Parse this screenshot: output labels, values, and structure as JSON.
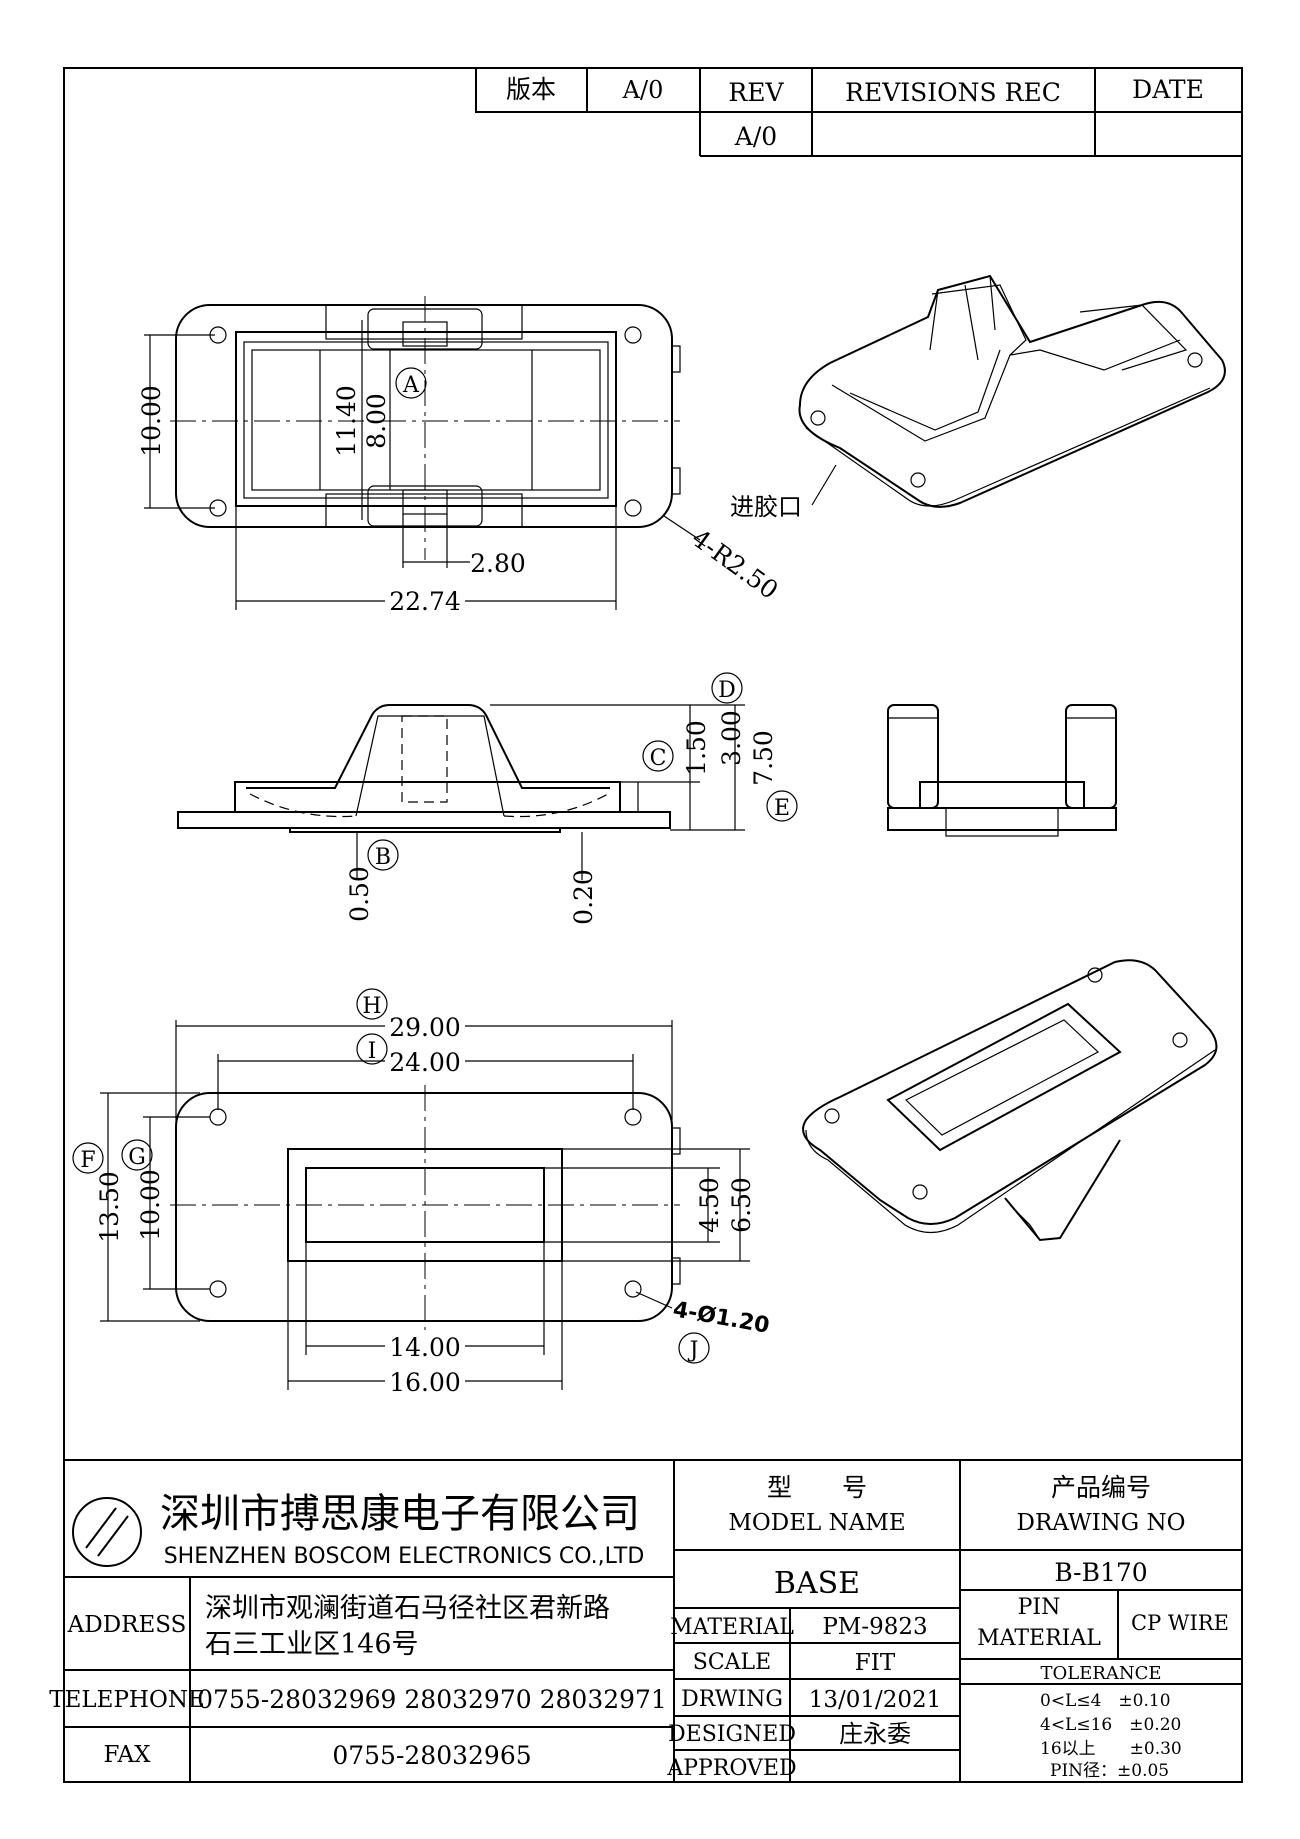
{
  "revision_block": {
    "version_label": "版本",
    "version_value": "A/0",
    "rev_header": "REV",
    "revisions_header": "REVISIONS REC",
    "date_header": "DATE",
    "rev_value": "A/0"
  },
  "top_view": {
    "dims": {
      "height_outer": "10.00",
      "height_inner": "11.40",
      "height_slot": "8.00",
      "slot_width": "2.80",
      "length": "22.74",
      "radius": "4-R2.50"
    },
    "label_a": "A"
  },
  "iso_top": {
    "gate_label": "进胶口"
  },
  "side_view": {
    "labels": {
      "b": "B",
      "c": "C",
      "d": "D",
      "e": "E"
    },
    "dims": {
      "d150": "1.50",
      "d300": "3.00",
      "d750": "7.50",
      "d050": "0.50",
      "d020": "0.20"
    }
  },
  "bottom_view": {
    "labels": {
      "f": "F",
      "g": "G",
      "h": "H",
      "i": "I",
      "j": "J"
    },
    "dims": {
      "length_outer": "29.00",
      "length_holes": "24.00",
      "height_outer": "13.50",
      "height_holes": "10.00",
      "window_h_inner": "4.50",
      "window_h_outer": "6.50",
      "window_w_inner": "14.00",
      "window_w_outer": "16.00",
      "holes": "4-Ø1.20"
    }
  },
  "title_block": {
    "company_cn": "深圳市搏思康电子有限公司",
    "company_en": "SHENZHEN BOSCOM ELECTRONICS CO.,LTD",
    "model_cn": "型　　号",
    "model_en": "MODEL NAME",
    "drawing_cn": "产品编号",
    "drawing_en": "DRAWING NO",
    "model_value": "BASE",
    "drawing_value": "B-B170",
    "address_label": "ADDRESS",
    "address_line1": "深圳市观澜街道石马径社区君新路",
    "address_line2": "石三工业区146号",
    "telephone_label": "TELEPHONE",
    "telephone_value": "0755-28032969 28032970 28032971",
    "fax_label": "FAX",
    "fax_value": "0755-28032965",
    "material_label": "MATERIAL",
    "material_value": "PM-9823",
    "scale_label": "SCALE",
    "scale_value": "FIT",
    "drawing_label": "DRWING",
    "drawing_date": "13/01/2021",
    "designed_label": "DESIGNED",
    "designed_value": "庄永委",
    "approved_label": "APPROVED",
    "approved_value": "",
    "pin_material_label1": "PIN",
    "pin_material_label2": "MATERIAL",
    "pin_material_value": "CP WIRE",
    "tolerance_header": "TOLERANCE",
    "tolerance_rows": [
      "0<L≤4　±0.10",
      "4<L≤16　±0.20",
      "16以上　　±0.30",
      "PIN径：±0.05"
    ]
  }
}
